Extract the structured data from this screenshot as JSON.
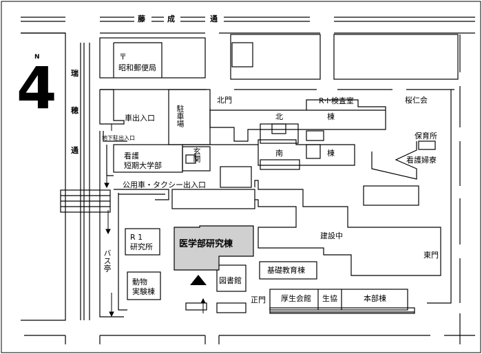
{
  "map_number": "4",
  "north_label": "N",
  "roads": {
    "top": [
      "藤",
      "成",
      "通"
    ],
    "left": [
      "瑞",
      "穂",
      "通"
    ]
  },
  "labels": {
    "post_office_mark": "〒",
    "post_office": "昭和郵便局",
    "car_exit": "車出入口",
    "parking": "駐車場",
    "north_gate": "北門",
    "ri_lab": "R·I·検査室",
    "ounin_kai": "桜仁会",
    "north_wing": [
      "北",
      "棟"
    ],
    "south_wing": [
      "南",
      "棟"
    ],
    "nursery": "保育所",
    "nurse_dorm": "看護婦寮",
    "underground_entrance": "地下駐出入口",
    "nursing_college": [
      "看護",
      "短期大学部"
    ],
    "entrance_hall": "玄関",
    "public_car_taxi": "公用車・タクシー出入口",
    "construction": "建設中",
    "east_gate": "東門",
    "r1_lab": [
      "R 1",
      "研究所"
    ],
    "med_research": "医学部研究棟",
    "bus_stop": "バス亭",
    "basic_education": "基礎教育棟",
    "animal_lab": [
      "動物",
      "実験棟"
    ],
    "library": "図書館",
    "main_gate": "正門",
    "welfare_hall": "厚生会館",
    "coop": "生協",
    "headquarters": "本部棟"
  },
  "colors": {
    "stroke": "#000000",
    "highlight_fill": "#d0d0d0",
    "background": "#ffffff"
  }
}
